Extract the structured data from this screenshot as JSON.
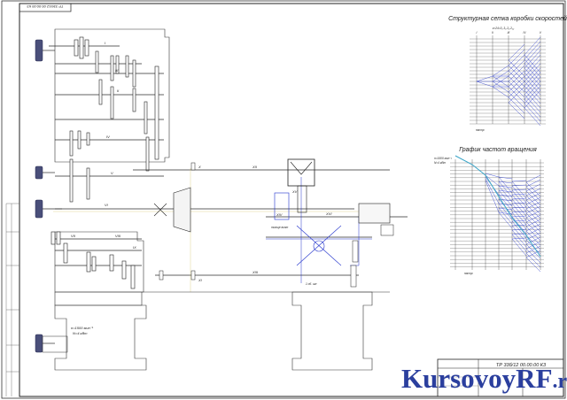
{
  "drawing": {
    "corner_stamp": "ТР 33б/12 00.00.00 К3",
    "title_block_code": "ТР 33б/12 00.00.00 К3",
    "watermark_main": "KursovoyRF",
    "watermark_suffix": ".ru"
  },
  "charts": {
    "structure_grid": {
      "title": "Структурная сетка коробки скоростей",
      "formula": "z=24=3₁ 3₃ 2₉ 2₁₂",
      "shaft_labels": [
        "I",
        "II",
        "III",
        "IV",
        "V"
      ],
      "axis_label": "настр"
    },
    "rpm_graph": {
      "title": "График частот вращения",
      "motor_speed": "n=1500 мин⁻¹",
      "motor_power": "N=4 кВт",
      "axis_label": "настр"
    }
  },
  "kinematic": {
    "shafts": [
      "I",
      "II",
      "III",
      "IV",
      "V",
      "VI",
      "VII",
      "VIII",
      "IX",
      "X",
      "XI",
      "XII",
      "XIII",
      "XIV",
      "XV",
      "XVI"
    ],
    "motor_speed": "n=1500 мин⁻¹",
    "motor_power": "N=4 кВт",
    "lower_note": "1 об. шп",
    "mid_note": "толще винт"
  },
  "colors": {
    "line": "#2b2b2b",
    "blue": "#2233cc",
    "motor": "#4a4f7a",
    "watermark": "#2b3f9e",
    "cyan": "#3aa5c8"
  }
}
